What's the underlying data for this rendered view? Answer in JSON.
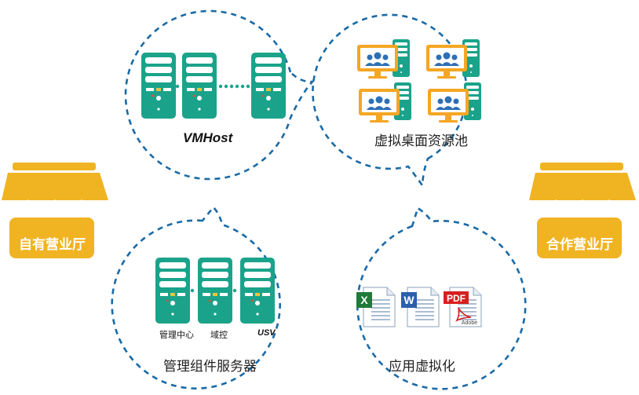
{
  "stores": {
    "left": "自有营业厅",
    "right": "合作营业厅"
  },
  "bubbles": {
    "vmhost": {
      "label": "VMHost"
    },
    "desktop_pool": {
      "label": "虚拟桌面资源池"
    },
    "management": {
      "label": "管理组件服务器",
      "servers": [
        "管理中心",
        "域控",
        "USV"
      ]
    },
    "app_virtualization": {
      "label": "应用虚拟化",
      "doc_icons": [
        "excel-document-icon",
        "word-document-icon",
        "pdf-document-icon"
      ],
      "pdf_badge": "PDF",
      "adobe_text": "Adobe"
    }
  },
  "colors": {
    "dashed_border": "#1a6aa6",
    "server_teal": "#1aa38a",
    "store_yellow": "#f0b322",
    "monitor_orange": "#f5a623"
  }
}
